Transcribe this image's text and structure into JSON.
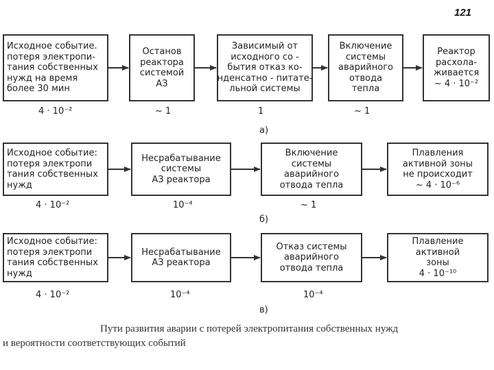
{
  "page_number": "121",
  "rows": [
    {
      "label": "а)",
      "boxes": [
        {
          "lines": [
            "Исходное событие.",
            "потеря электропи-",
            "тания собственных",
            "нужд на время",
            "более 30 мин"
          ],
          "prob": "4 · 10⁻²"
        },
        {
          "lines": [
            "Останов",
            "реактора",
            "системой",
            "АЗ"
          ],
          "prob": "~ 1"
        },
        {
          "lines": [
            "Зависимый от",
            "исходного со -",
            "бытия отказ ко-",
            "нденсатно - питате-",
            "льной системы"
          ],
          "prob": "1"
        },
        {
          "lines": [
            "Включение",
            "системы",
            "аварийного",
            "отвода",
            "тепла"
          ],
          "prob": "~ 1"
        },
        {
          "lines": [
            "Реактор",
            "расхола-",
            "живается",
            "~ 4 · 10⁻²"
          ],
          "prob": ""
        }
      ]
    },
    {
      "label": "б)",
      "boxes": [
        {
          "lines": [
            "Исходное событие:",
            "потеря электропи",
            "тания собственных",
            "нужд"
          ],
          "prob": "4 · 10⁻²"
        },
        {
          "lines": [
            "Несрабатывание",
            "системы",
            "АЗ реактора"
          ],
          "prob": "10⁻⁴"
        },
        {
          "lines": [
            "Включение",
            "системы",
            "аварийного",
            "отвода тепла"
          ],
          "prob": "~ 1"
        },
        {
          "lines": [
            "Плавления",
            "активной зоны",
            "не происходит",
            "~ 4 · 10⁻⁶"
          ],
          "prob": ""
        }
      ]
    },
    {
      "label": "в)",
      "boxes": [
        {
          "lines": [
            "Исходное событие:",
            "потеря электропи",
            "тания собственных",
            "нужд"
          ],
          "prob": "4 · 10⁻²"
        },
        {
          "lines": [
            "Несрабатывание",
            "АЗ реактора"
          ],
          "prob": "10⁻⁴"
        },
        {
          "lines": [
            "Отказ системы",
            "аварийного",
            "отвода тепла"
          ],
          "prob": "10⁻⁴"
        },
        {
          "lines": [
            "Плавление",
            "активной",
            "зоны",
            "4 · 10⁻¹⁰"
          ],
          "prob": ""
        }
      ]
    }
  ],
  "caption": {
    "line1": "Пути развития аварии с потерей электропитания собственных нужд",
    "line2": "и вероятности соответствующих событий"
  }
}
